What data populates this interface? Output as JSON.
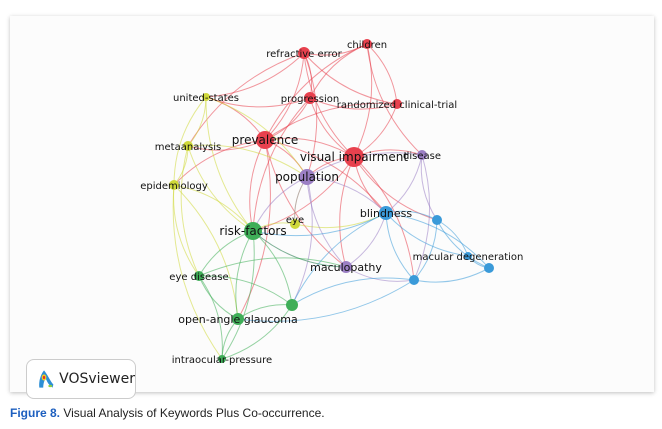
{
  "clusters": {
    "red": "#e8414e",
    "yellow": "#cfd83a",
    "purple": "#9b7fc4",
    "blue": "#3a9ad9",
    "green": "#3fae58"
  },
  "nodes": [
    {
      "label": "children",
      "cluster": "red"
    },
    {
      "label": "refractive error",
      "cluster": "red"
    },
    {
      "label": "progression",
      "cluster": "red"
    },
    {
      "label": "randomized clinical-trial",
      "cluster": "red"
    },
    {
      "label": "prevalence",
      "cluster": "red"
    },
    {
      "label": "visual impairment",
      "cluster": "red"
    },
    {
      "label": "united-states",
      "cluster": "yellow"
    },
    {
      "label": "metaanalysis",
      "cluster": "yellow"
    },
    {
      "label": "epidemiology",
      "cluster": "yellow"
    },
    {
      "label": "eye",
      "cluster": "yellow"
    },
    {
      "label": "population",
      "cluster": "purple"
    },
    {
      "label": "disease",
      "cluster": "purple"
    },
    {
      "label": "maculopathy",
      "cluster": "purple"
    },
    {
      "label": "blindness",
      "cluster": "blue"
    },
    {
      "label": "",
      "cluster": "blue"
    },
    {
      "label": "macular degeneration",
      "cluster": "blue"
    },
    {
      "label": "",
      "cluster": "blue"
    },
    {
      "label": "",
      "cluster": "blue"
    },
    {
      "label": "risk-factors",
      "cluster": "green"
    },
    {
      "label": "eye disease",
      "cluster": "green"
    },
    {
      "label": "",
      "cluster": "green"
    },
    {
      "label": "open-angle glaucoma",
      "cluster": "green"
    },
    {
      "label": "intraocular-pressure",
      "cluster": "green"
    }
  ],
  "links": [
    [
      0,
      1
    ],
    [
      0,
      2
    ],
    [
      0,
      3
    ],
    [
      0,
      4
    ],
    [
      0,
      5
    ],
    [
      0,
      11
    ],
    [
      1,
      2
    ],
    [
      1,
      3
    ],
    [
      1,
      4
    ],
    [
      1,
      5
    ],
    [
      1,
      6
    ],
    [
      1,
      7
    ],
    [
      1,
      10
    ],
    [
      2,
      3
    ],
    [
      2,
      4
    ],
    [
      2,
      5
    ],
    [
      2,
      6
    ],
    [
      2,
      18
    ],
    [
      3,
      5
    ],
    [
      3,
      4
    ],
    [
      4,
      5
    ],
    [
      4,
      6
    ],
    [
      4,
      7
    ],
    [
      4,
      8
    ],
    [
      4,
      10
    ],
    [
      4,
      18
    ],
    [
      4,
      13
    ],
    [
      4,
      12
    ],
    [
      4,
      21
    ],
    [
      5,
      10
    ],
    [
      5,
      11
    ],
    [
      5,
      13
    ],
    [
      5,
      18
    ],
    [
      5,
      12
    ],
    [
      5,
      17
    ],
    [
      5,
      14
    ],
    [
      6,
      7
    ],
    [
      6,
      8
    ],
    [
      6,
      10
    ],
    [
      6,
      18
    ],
    [
      7,
      8
    ],
    [
      7,
      18
    ],
    [
      7,
      10
    ],
    [
      7,
      19
    ],
    [
      8,
      18
    ],
    [
      8,
      19
    ],
    [
      8,
      21
    ],
    [
      9,
      18
    ],
    [
      9,
      10
    ],
    [
      9,
      13
    ],
    [
      10,
      11
    ],
    [
      10,
      12
    ],
    [
      10,
      13
    ],
    [
      10,
      18
    ],
    [
      10,
      20
    ],
    [
      10,
      9
    ],
    [
      11,
      13
    ],
    [
      11,
      14
    ],
    [
      11,
      17
    ],
    [
      12,
      13
    ],
    [
      12,
      18
    ],
    [
      12,
      17
    ],
    [
      13,
      14
    ],
    [
      13,
      15
    ],
    [
      13,
      16
    ],
    [
      13,
      17
    ],
    [
      13,
      18
    ],
    [
      13,
      20
    ],
    [
      14,
      15
    ],
    [
      14,
      16
    ],
    [
      14,
      17
    ],
    [
      15,
      16
    ],
    [
      16,
      17
    ],
    [
      17,
      20
    ],
    [
      17,
      21
    ],
    [
      18,
      19
    ],
    [
      18,
      20
    ],
    [
      18,
      21
    ],
    [
      18,
      22
    ],
    [
      18,
      12
    ],
    [
      19,
      20
    ],
    [
      19,
      21
    ],
    [
      19,
      22
    ],
    [
      20,
      21
    ],
    [
      20,
      22
    ],
    [
      21,
      22
    ],
    [
      19,
      12
    ],
    [
      8,
      22
    ]
  ],
  "logo": {
    "text": "VOSviewer"
  },
  "caption": {
    "label": "Figure 8.",
    "text": " Visual Analysis of Keywords Plus Co-occurrence."
  }
}
